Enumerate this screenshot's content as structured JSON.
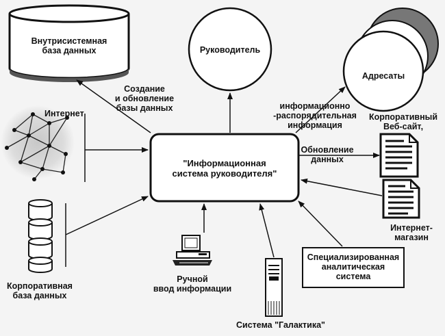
{
  "nodes": {
    "internal_db": {
      "lines": [
        "Внутрисистемная",
        "база данных"
      ]
    },
    "manager": {
      "lines": [
        "Руководитель"
      ]
    },
    "recipients": {
      "lines": [
        "Адресаты"
      ]
    },
    "internet": {
      "lines": [
        "Интернет"
      ]
    },
    "core_system": {
      "lines": [
        "\"Информационная",
        "система руководителя\""
      ]
    },
    "corp_website": {
      "lines": [
        "Корпоративный",
        "Веб-сайт,"
      ]
    },
    "online_store": {
      "lines": [
        "Интернет-",
        "магазин"
      ]
    },
    "corp_db": {
      "lines": [
        "Корпоративная",
        "база данных"
      ]
    },
    "manual_input": {
      "lines": [
        "Ручной",
        "ввод информации"
      ]
    },
    "galaktika": {
      "lines": [
        "Система \"Галактика\""
      ]
    },
    "analytics": {
      "lines": [
        "Специализированная",
        "аналитическая",
        "система"
      ]
    }
  },
  "edge_labels": {
    "create_update_db": [
      "Создание",
      "и обновление",
      "базы данных"
    ],
    "info_admin": [
      "информационно",
      "-распорядительная",
      "информация"
    ],
    "update_data": [
      "Обновление",
      "данных"
    ]
  }
}
